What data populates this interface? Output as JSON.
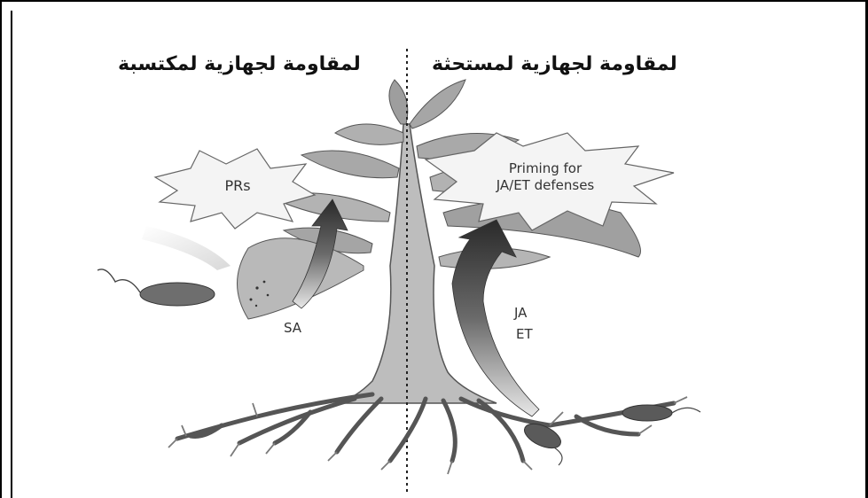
{
  "headings": {
    "acquired": "لمقاومة لجهازية لمكتسبة",
    "induced": "لمقاومة لجهازية لمستحثة"
  },
  "labels": {
    "prs": "PRs",
    "priming_line1": "Priming for",
    "priming_line2": "JA/ET defenses",
    "sa": "SA",
    "ja": "JA",
    "et": "ET"
  }
}
